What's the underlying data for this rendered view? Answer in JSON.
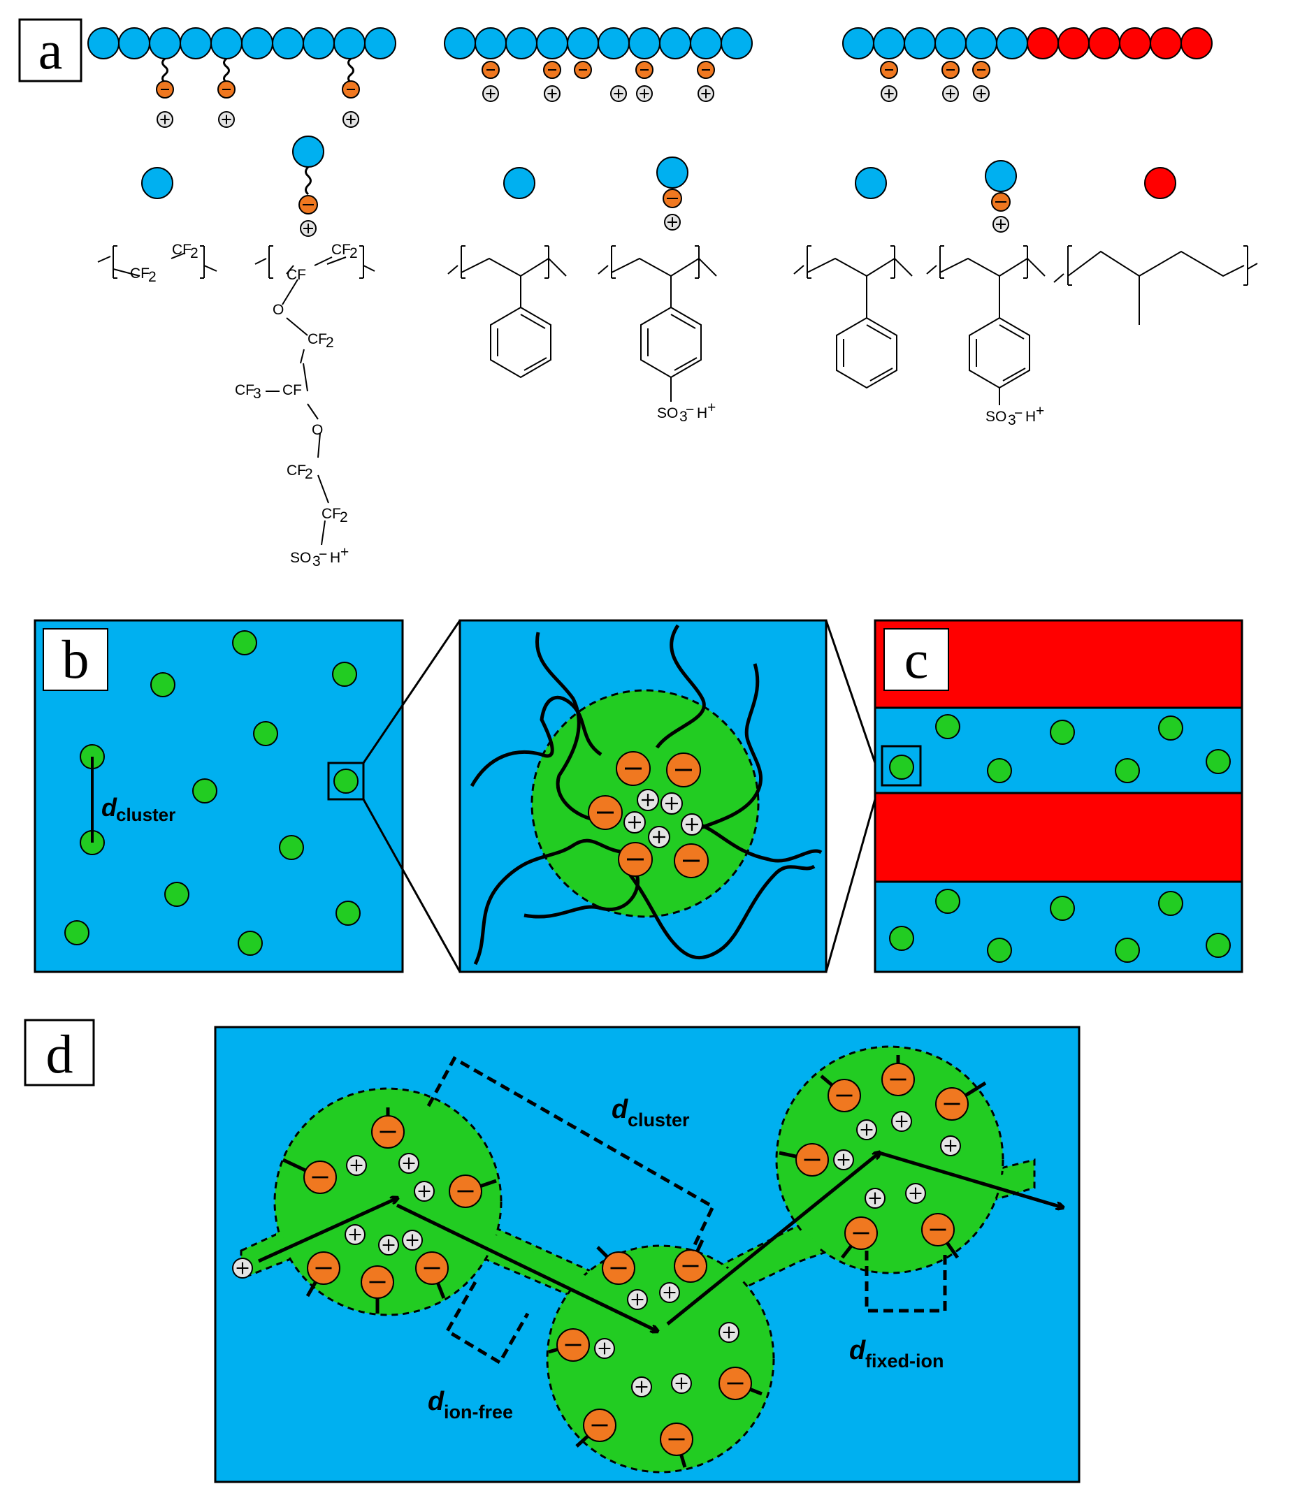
{
  "panels": {
    "a": "a",
    "b": "b",
    "c": "c",
    "d": "d"
  },
  "chemistry": {
    "cf2": "CF",
    "cf": "CF",
    "cf3": "CF",
    "o": "O",
    "so3": "SO",
    "h": "H",
    "sub2": "2",
    "sub3": "3",
    "minus": "−",
    "plus": "+"
  },
  "labels": {
    "d": "d",
    "cluster": "cluster",
    "ion_free": "ion-free",
    "fixed_ion": "fixed-ion"
  },
  "colors": {
    "matrix_blue": "#00b0f0",
    "block_red": "#ff0000",
    "cluster_green": "#22cc22",
    "anion_orange": "#f07820",
    "cation_grey": "#e4e4e4"
  }
}
